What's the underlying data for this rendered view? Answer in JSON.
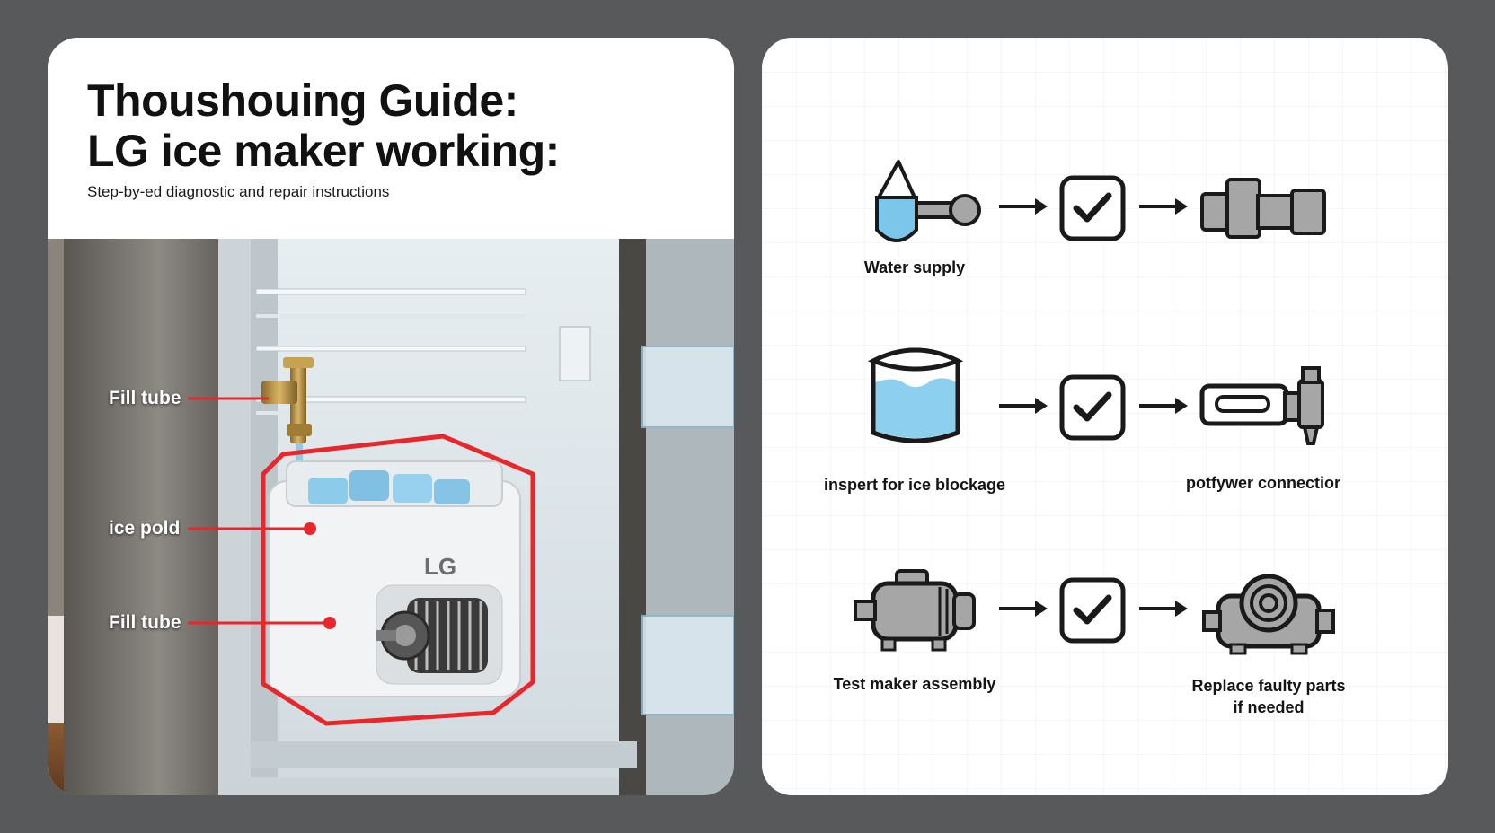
{
  "guide": {
    "title_line1": "Thoushouing Guide:",
    "title_line2": "LG ice  maker working:",
    "subtitle": "Step-by-ed diagnostic and repair instructions"
  },
  "photo": {
    "brand_text": "LG",
    "callouts": [
      {
        "label": "Fill tube"
      },
      {
        "label": "ice pold"
      },
      {
        "label": "Fill tube"
      }
    ]
  },
  "steps": [
    {
      "label": "Water supply",
      "result_label": ""
    },
    {
      "label": "inspert for ice blockage",
      "result_label": "potfywer connectior"
    },
    {
      "label": "Test maker assembly",
      "result_label_line1": "Replace faulty parts",
      "result_label_line2": "if needed"
    }
  ],
  "colors": {
    "background": "#58595b",
    "panel": "#ffffff",
    "callout_red": "#e8262b",
    "water_blue": "#7cc6ea",
    "icon_gray": "#a6a6a6",
    "icon_stroke": "#1a1a1a"
  }
}
